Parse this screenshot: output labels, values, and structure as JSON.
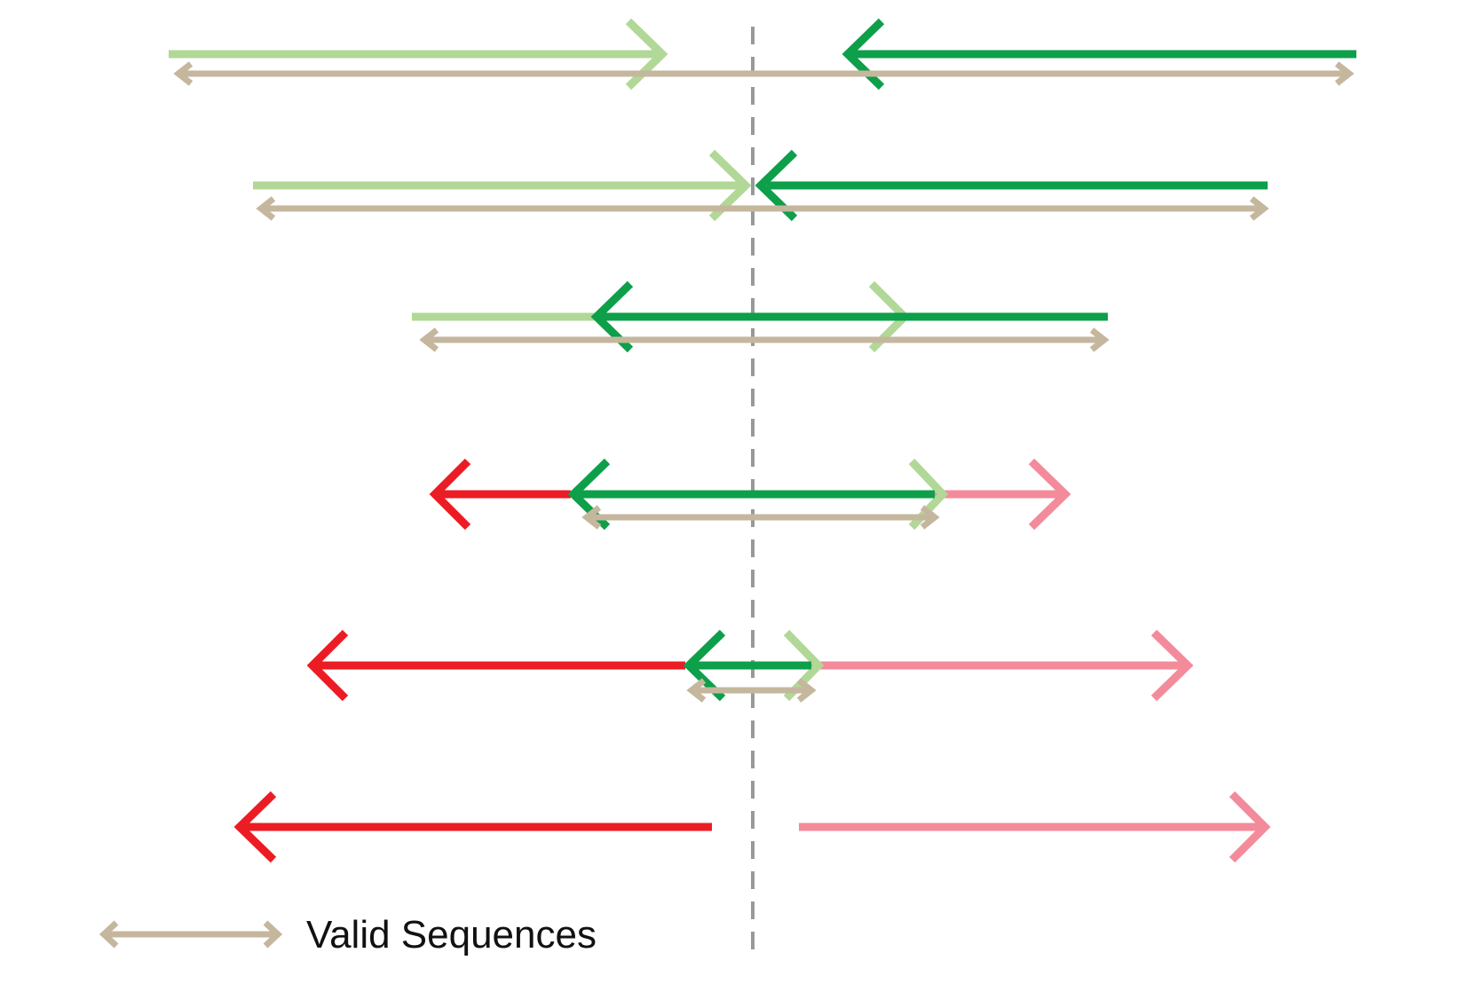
{
  "colors": {
    "light_green": "#b1d897",
    "dark_green": "#0e9f4a",
    "tan": "#c5b79d",
    "red": "#ec1c24",
    "pink": "#f38b9b",
    "divider": "#999999"
  },
  "legend": {
    "label": "Valid Sequences",
    "icon": "double-headed-arrow-icon",
    "color_key": "tan"
  },
  "divider": {
    "style": "dashed",
    "color_key": "divider"
  },
  "rows": [
    {
      "name": "row-1",
      "valid": true,
      "segments": [
        {
          "name": "forward-read",
          "color_key": "light_green",
          "direction": "right"
        },
        {
          "name": "reverse-read",
          "color_key": "dark_green",
          "direction": "left"
        },
        {
          "name": "valid-sequence",
          "color_key": "tan",
          "direction": "both"
        }
      ]
    },
    {
      "name": "row-2",
      "valid": true,
      "segments": [
        {
          "name": "forward-read",
          "color_key": "light_green",
          "direction": "right"
        },
        {
          "name": "reverse-read",
          "color_key": "dark_green",
          "direction": "left"
        },
        {
          "name": "valid-sequence",
          "color_key": "tan",
          "direction": "both"
        }
      ]
    },
    {
      "name": "row-3",
      "valid": true,
      "segments": [
        {
          "name": "forward-read",
          "color_key": "light_green",
          "direction": "right"
        },
        {
          "name": "reverse-read",
          "color_key": "dark_green",
          "direction": "left"
        },
        {
          "name": "valid-sequence",
          "color_key": "tan",
          "direction": "both"
        }
      ]
    },
    {
      "name": "row-4",
      "valid": true,
      "segments": [
        {
          "name": "reverse-read-overhang",
          "color_key": "red",
          "direction": "left"
        },
        {
          "name": "forward-read-overhang",
          "color_key": "pink",
          "direction": "right"
        },
        {
          "name": "reverse-read",
          "color_key": "dark_green",
          "direction": "left"
        },
        {
          "name": "forward-read",
          "color_key": "light_green",
          "direction": "right"
        },
        {
          "name": "valid-sequence",
          "color_key": "tan",
          "direction": "both"
        }
      ]
    },
    {
      "name": "row-5",
      "valid": true,
      "segments": [
        {
          "name": "reverse-read-overhang",
          "color_key": "red",
          "direction": "left"
        },
        {
          "name": "forward-read-overhang",
          "color_key": "pink",
          "direction": "right"
        },
        {
          "name": "reverse-read",
          "color_key": "dark_green",
          "direction": "left"
        },
        {
          "name": "forward-read",
          "color_key": "light_green",
          "direction": "right"
        },
        {
          "name": "valid-sequence",
          "color_key": "tan",
          "direction": "both"
        }
      ]
    },
    {
      "name": "row-6",
      "valid": false,
      "segments": [
        {
          "name": "reverse-read",
          "color_key": "red",
          "direction": "left"
        },
        {
          "name": "forward-read",
          "color_key": "pink",
          "direction": "right"
        }
      ]
    }
  ]
}
